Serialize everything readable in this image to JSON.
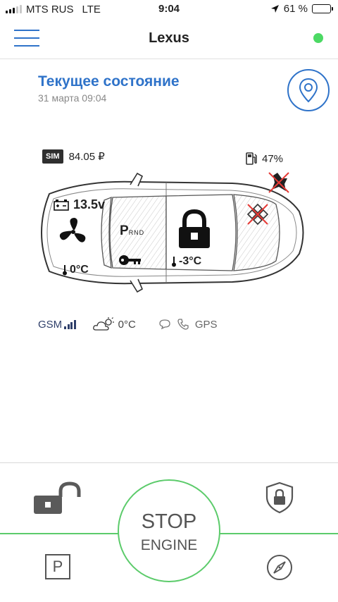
{
  "status_bar": {
    "carrier": "MTS RUS",
    "network": "LTE",
    "time": "9:04",
    "battery": "61 %",
    "battery_level": 0.61,
    "signal_bars_active": 3,
    "signal_bars_total": 5
  },
  "nav": {
    "title": "Lexus",
    "menu_icon": "hamburger-icon",
    "status_dot_color": "#4cd964"
  },
  "state": {
    "title": "Текущее состояние",
    "date": "31 марта 09:04",
    "map_icon": "map-pin-icon"
  },
  "vehicle": {
    "sim_label": "SIM",
    "balance": "84.05 ₽",
    "fuel": "47%",
    "battery_voltage": "13.5v",
    "cabin_temp": "0°C",
    "gear_main": "P",
    "gear_rest": "RND",
    "engine_temp": "-3°C",
    "lock_state_icon": "padlock-closed-icon",
    "fan_icon": "fan-icon",
    "key_icon": "key-icon",
    "shock_sensor_icon": "shock-sensor-disabled-icon",
    "alarm_icon": "alarm-disabled-icon"
  },
  "indicators": {
    "gsm": "GSM",
    "outside_temp": "0°C",
    "gps": "GPS",
    "weather_icon": "cloud-sun-icon",
    "sms_icon": "chat-bubble-icon",
    "phone_icon": "phone-icon"
  },
  "controls": {
    "stop_line1": "STOP",
    "stop_line2": "ENGINE",
    "parking_label": "P",
    "unlock_icon": "padlock-open-icon",
    "shield_icon": "shield-lock-icon",
    "compass_icon": "compass-icon"
  },
  "colors": {
    "accent": "#2f73c9",
    "online": "#4cd964",
    "engine_ring": "#5ccb6b",
    "warning": "#e53935"
  }
}
